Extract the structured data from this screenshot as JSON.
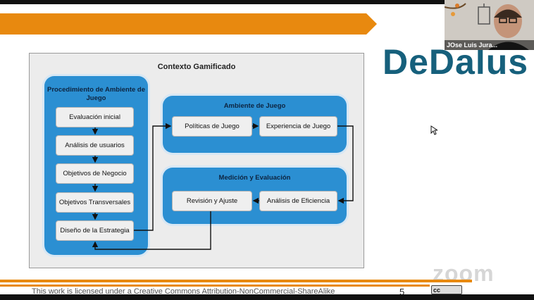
{
  "slide": {
    "diagram_title": "Contexto Gamificado",
    "procedure_panel": {
      "title": "Procedimiento de Ambiente de Juego",
      "steps": [
        "Evaluación inicial",
        "Análisis de usuarios",
        "Objetivos de Negocio",
        "Objetivos Transversales",
        "Diseño de la Estrategia"
      ]
    },
    "game_panel": {
      "title": "Ambiente de Juego",
      "items": [
        "Políticas de Juego",
        "Experiencia de Juego"
      ]
    },
    "measure_panel": {
      "title": "Medición y Evaluación",
      "items": [
        "Revisión y Ajuste",
        "Análisis de Eficiencia"
      ]
    },
    "logo_text": "DeDalus",
    "license_text": "This work is licensed under a Creative Commons Attribution-NonCommercial-ShareAlike",
    "page_number": "5",
    "cc_badge": "cc"
  },
  "video": {
    "participant_name": "JOse Luis Jura..."
  },
  "watermark": "zoom",
  "colors": {
    "accent_orange": "#e8890f",
    "panel_blue": "#2b8fd2",
    "logo_blue": "#16607c"
  }
}
